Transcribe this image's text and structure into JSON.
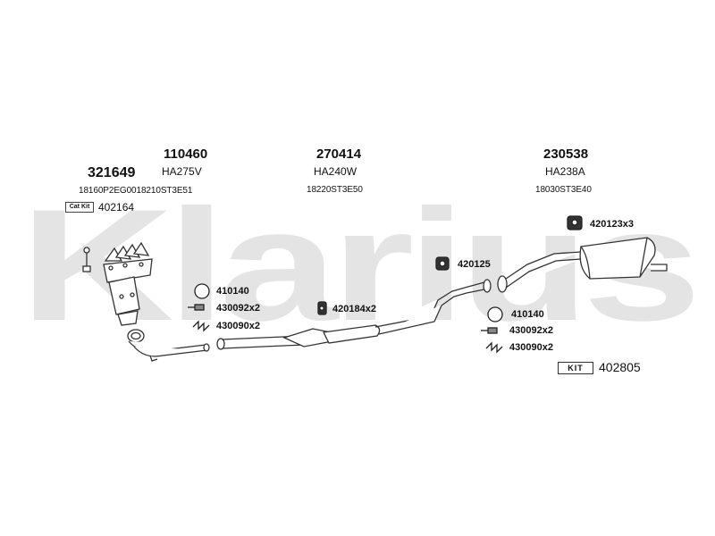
{
  "watermark": {
    "text": "Klarius"
  },
  "groups": [
    {
      "part_number": "321649",
      "oem": "18160P2EG0018210ST3E51",
      "cat_kit_label": "Cat Kit",
      "cat_kit_number": "402164"
    },
    {
      "part_number": "110460",
      "code": "HA275V"
    },
    {
      "part_number": "270414",
      "code": "HA240W",
      "oem": "18220ST3E50"
    },
    {
      "part_number": "230538",
      "code": "HA238A",
      "oem": "18030ST3E40"
    }
  ],
  "parts_left": [
    "410140",
    "430092x2",
    "430090x2"
  ],
  "part_center": "420184x2",
  "part_hanger": "420125",
  "part_rear_hanger": "420123x3",
  "parts_right": [
    "410140",
    "430092x2",
    "430090x2"
  ],
  "kit": {
    "label": "KIT",
    "number": "402805"
  }
}
